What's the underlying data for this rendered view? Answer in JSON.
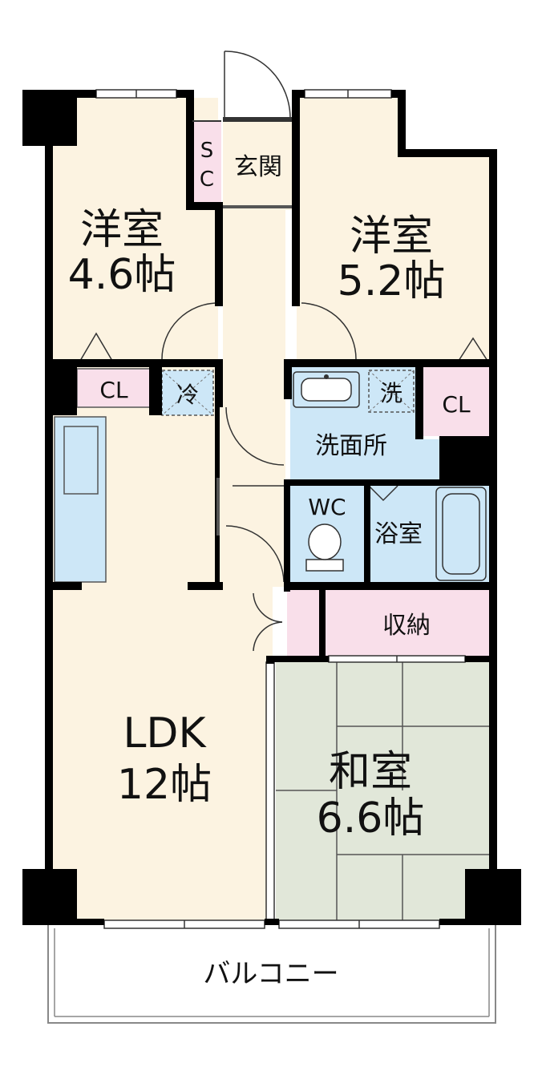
{
  "rooms": {
    "western_room_1": {
      "name": "洋室",
      "size": "4.6帖"
    },
    "western_room_2": {
      "name": "洋室",
      "size": "5.2帖"
    },
    "ldk": {
      "name": "LDK",
      "size": "12帖"
    },
    "japanese_room": {
      "name": "和室",
      "size": "6.6帖"
    }
  },
  "labels": {
    "shoe_closet_s": "S",
    "shoe_closet_c": "C",
    "entrance": "玄関",
    "closet_left": "CL",
    "closet_right": "CL",
    "fridge": "冷",
    "washer": "洗",
    "washroom": "洗面所",
    "toilet": "WC",
    "bathroom": "浴室",
    "storage": "収納",
    "balcony": "バルコニー"
  },
  "colors": {
    "western_floor": "#fcf3e1",
    "japanese_floor": "#e1e7d9",
    "wet_area": "#cde7f7",
    "storage": "#f9dfea",
    "wall": "#000000"
  }
}
